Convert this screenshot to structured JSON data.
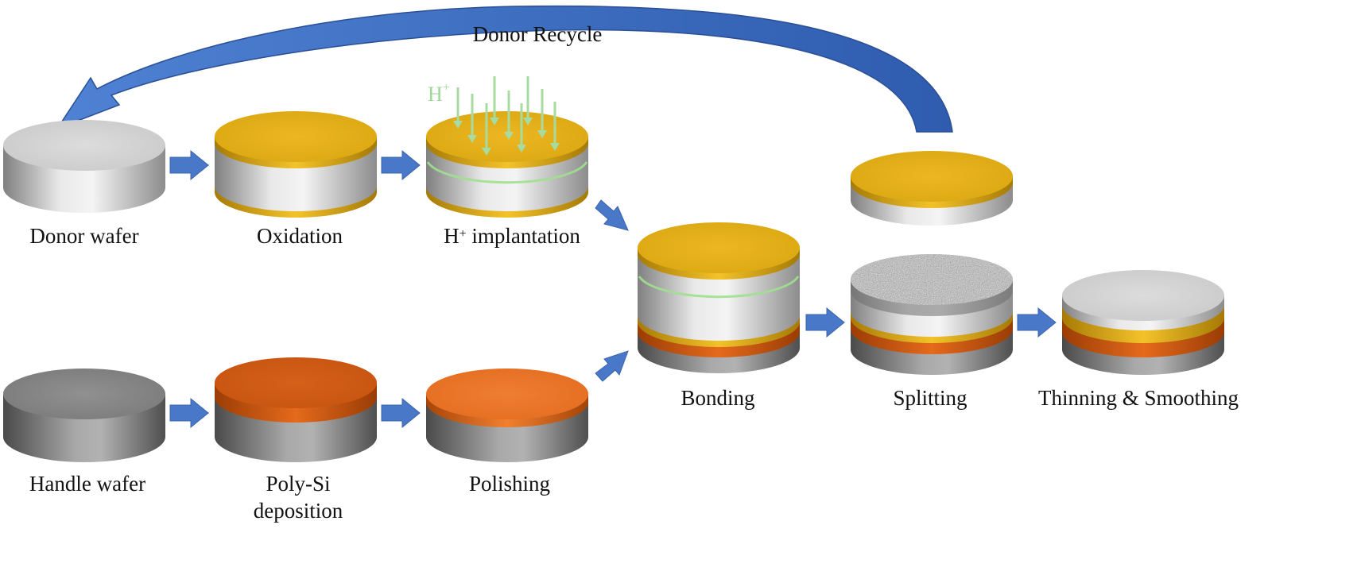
{
  "recycle_label": "Donor Recycle",
  "implant_ion": {
    "base": "H",
    "sup": "+"
  },
  "labels": {
    "donor_wafer": "Donor wafer",
    "oxidation": "Oxidation",
    "implantation_prefix": "H",
    "implantation_sup": "+",
    "implantation_suffix": " implantation",
    "handle_wafer": "Handle wafer",
    "polysi_line1": "Poly-Si",
    "polysi_line2": "deposition",
    "polishing": "Polishing",
    "bonding": "Bonding",
    "splitting": "Splitting",
    "thinning": "Thinning & Smoothing"
  },
  "colors": {
    "silicon_top": "#d6d6d6",
    "oxide": "#e3b116",
    "polysi_deposited": "#d25c12",
    "polysi_polished": "#e9782a",
    "handle_top": "#8a8a8a",
    "arrow_blue": "#4a78c8",
    "hydrogen_green": "#a7dba0"
  }
}
